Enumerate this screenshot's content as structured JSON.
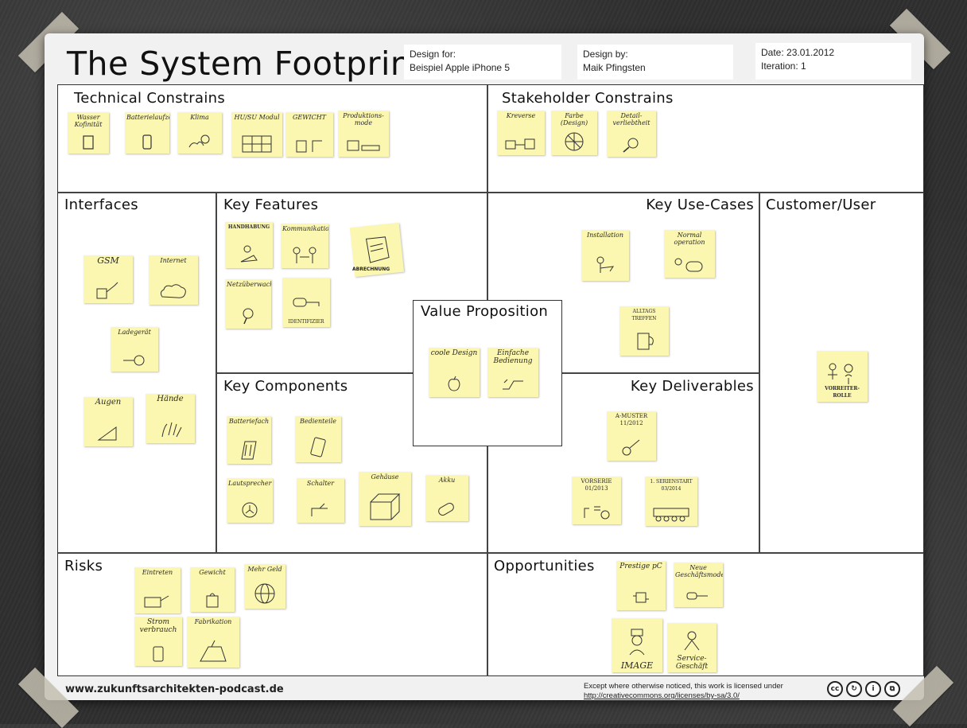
{
  "header": {
    "title": "The System Footprint",
    "design_for_label": "Design for:",
    "design_for_value": "Beispiel Apple iPhone 5",
    "design_by_label": "Design by:",
    "design_by_value": "Maik Pfingsten",
    "date": "Date: 23.01.2012",
    "iteration": "Iteration: 1"
  },
  "sections": {
    "technical_constrains": "Technical Constrains",
    "stakeholder_constrains": "Stakeholder Constrains",
    "interfaces": "Interfaces",
    "key_features": "Key Features",
    "key_components": "Key Components",
    "value_proposition": "Value Proposition",
    "key_use_cases": "Key Use-Cases",
    "key_deliverables": "Key Deliverables",
    "customer_user": "Customer/User",
    "risks": "Risks",
    "opportunities": "Opportunities"
  },
  "notes": {
    "tc1": "Wasser Kofinität",
    "tc2": "Batterielaufzeit",
    "tc3": "Klima",
    "tc4": "HU/SU Modul",
    "tc5": "GEWICHT",
    "tc6": "Produktions-mode",
    "sc1": "Kreverse",
    "sc2": "Farbe (Design)",
    "sc3": "Detail-verliebtheit",
    "if1": "GSM",
    "if2": "Internet",
    "if3": "Ladegerät",
    "if4": "Augen",
    "if5": "Hände",
    "kf1": "HANDHABUNG",
    "kf2": "Kommunikation",
    "kf3": "ABRECHNUNG",
    "kf4": "Netzüberwachung",
    "kf5": "IDENTIFIZIER",
    "kc1": "Batteriefach",
    "kc2": "Bedienteile",
    "kc3": "Lautsprecher",
    "kc4": "Schalter",
    "kc5": "Gehäuse",
    "kc6": "Akku",
    "vp1": "coole Design",
    "vp2": "Einfache Bedienung",
    "uc1": "Installation",
    "uc2": "Normal operation",
    "uc3": "ALLTAGS TREFFEN",
    "kd1": "A-MUSTER 11/2012",
    "kd2": "VORSERIE 01/2013",
    "kd3": "1. SERIENSTART 03/2014",
    "cu1": "VORREITER-ROLLE",
    "r1": "Eintreten",
    "r2": "Gewicht",
    "r3": "Mehr Geld",
    "r4": "Strom verbrauch",
    "r5": "Fabrikation",
    "o1": "Prestige pC",
    "o2": "Neue Geschäftsmodelle",
    "o3": "IMAGE",
    "o4": "Service-Geschäft"
  },
  "footer": {
    "url": "www.zukunftsarchitekten-podcast.de",
    "license_text": "Except where otherwise noticed, this work is licensed under",
    "license_link": "http://creativecommons.org/licenses/by-sa/3.0/",
    "cc_badges": [
      "cc",
      "by",
      "sa",
      "nc"
    ]
  },
  "colors": {
    "chalkboard": "#2f2f2f",
    "poster": "#f1f1f1",
    "sticky_note": "#fbf6b0",
    "tape": "#c4beb0"
  }
}
